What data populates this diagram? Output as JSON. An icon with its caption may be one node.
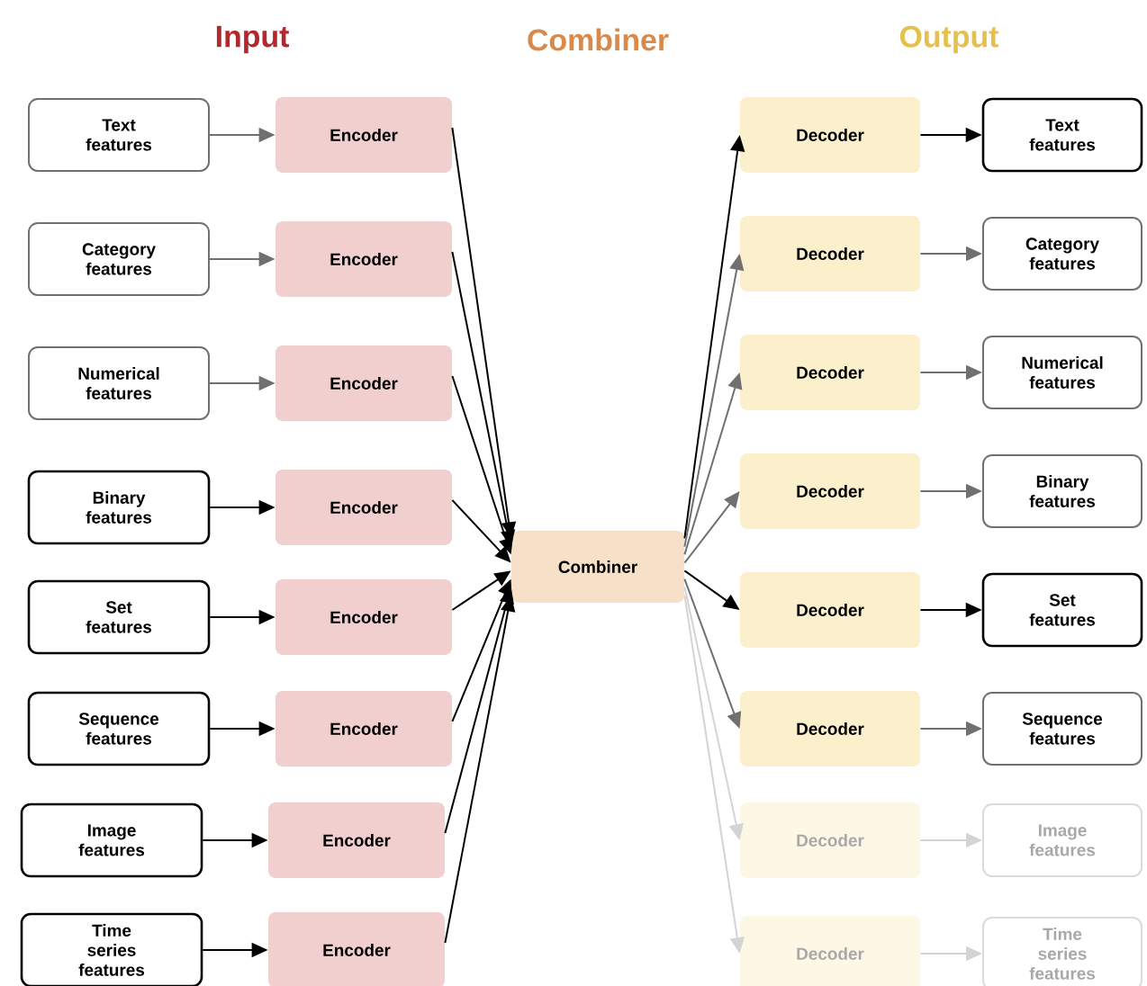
{
  "diagram": {
    "nodes": [
      {
        "text": [
          "Text features"
        ]
      },
      {
        "text": [
          "Category features"
        ]
      },
      {
        "text": [
          "Numerical features"
        ]
      },
      {
        "text": [
          "Binary features"
        ]
      },
      {
        "text": [
          "Set features"
        ]
      },
      {
        "text": [
          "Sequence features"
        ]
      },
      {
        "text": [
          "Image features"
        ]
      },
      {
        "text": [
          "Time series features"
        ]
      },
      {
        "text": [
          "Encoder"
        ]
      },
      {
        "text": [
          "Encoder"
        ]
      },
      {
        "text": [
          "Encoder"
        ]
      },
      {
        "text": [
          "Encoder"
        ]
      },
      {
        "text": [
          "Encoder"
        ]
      },
      {
        "text": [
          "Encoder"
        ]
      },
      {
        "text": [
          "Encoder"
        ]
      },
      {
        "text": [
          "Encoder"
        ]
      },
      {
        "text": [
          "Combiner"
        ]
      },
      {
        "text": [
          "Decoder"
        ]
      },
      {
        "text": [
          "Decoder"
        ]
      },
      {
        "text": [
          "Decoder"
        ]
      },
      {
        "text": [
          "Decoder"
        ]
      },
      {
        "text": [
          "Decoder"
        ]
      },
      {
        "text": [
          "Decoder"
        ]
      },
      {
        "text": [
          "Decoder"
        ]
      },
      {
        "text": [
          "Decoder"
        ]
      },
      {
        "text": [
          "Text features"
        ]
      },
      {
        "text": [
          "Category features"
        ]
      },
      {
        "text": [
          "Numerical features"
        ]
      },
      {
        "text": [
          "Binary features"
        ]
      },
      {
        "text": [
          "Set features"
        ]
      },
      {
        "text": [
          "Sequence features"
        ]
      },
      {
        "text": [
          "Image features"
        ]
      },
      {
        "text": [
          "Time series features"
        ]
      }
    ],
    "edges": [
      {
        "from": 0,
        "to": 8,
        "arrow": "to",
        "color": "#707070"
      },
      {
        "from": 1,
        "to": 9,
        "arrow": "to",
        "color": "#707070"
      },
      {
        "from": 2,
        "to": 10,
        "arrow": "to",
        "color": "#707070"
      },
      {
        "from": 3,
        "to": 11,
        "arrow": "to"
      },
      {
        "from": 4,
        "to": 12,
        "arrow": "to"
      },
      {
        "from": 5,
        "to": 13,
        "arrow": "to"
      },
      {
        "from": 6,
        "to": 14,
        "arrow": "to"
      },
      {
        "from": 7,
        "to": 15,
        "arrow": "to"
      },
      {
        "from": 8,
        "to": 16,
        "arrow": "to"
      },
      {
        "from": 9,
        "to": 16,
        "arrow": "to"
      },
      {
        "from": 10,
        "to": 16,
        "arrow": "to"
      },
      {
        "from": 11,
        "to": 16,
        "arrow": "to"
      },
      {
        "from": 12,
        "to": 16,
        "arrow": "to"
      },
      {
        "from": 13,
        "to": 16,
        "arrow": "to"
      },
      {
        "from": 14,
        "to": 16,
        "arrow": "to"
      },
      {
        "from": 15,
        "to": 16,
        "arrow": "to"
      },
      {
        "from": 16,
        "to": 17,
        "arrow": "to"
      },
      {
        "from": 16,
        "to": 18,
        "arrow": "to",
        "color": "#707070"
      },
      {
        "from": 16,
        "to": 19,
        "arrow": "to",
        "color": "#707070"
      },
      {
        "from": 16,
        "to": 20,
        "arrow": "to",
        "color": "#707070"
      },
      {
        "from": 16,
        "to": 21,
        "arrow": "to"
      },
      {
        "from": 16,
        "to": 22,
        "arrow": "to",
        "color": "#707070"
      },
      {
        "from": 16,
        "to": 23,
        "arrow": "to",
        "color": "#d4d4d4"
      },
      {
        "from": 16,
        "to": 24,
        "arrow": "to",
        "color": "#d4d4d4"
      },
      {
        "from": 17,
        "to": 25,
        "arrow": "to"
      },
      {
        "from": 18,
        "to": 26,
        "arrow": "to",
        "color": "#707070"
      },
      {
        "from": 19,
        "to": 27,
        "arrow": "to",
        "color": "#707070"
      },
      {
        "from": 20,
        "to": 28,
        "arrow": "to",
        "color": "#707070"
      },
      {
        "from": 21,
        "to": 29,
        "arrow": "to"
      },
      {
        "from": 22,
        "to": 30,
        "arrow": "to",
        "color": "#707070"
      },
      {
        "from": 23,
        "to": 31,
        "arrow": "to",
        "color": "#d4d4d4"
      },
      {
        "from": 24,
        "to": 32,
        "arrow": "to",
        "color": "#d4d4d4"
      }
    ],
    "labels": [
      "Input",
      "Combiner",
      "Output"
    ]
  }
}
